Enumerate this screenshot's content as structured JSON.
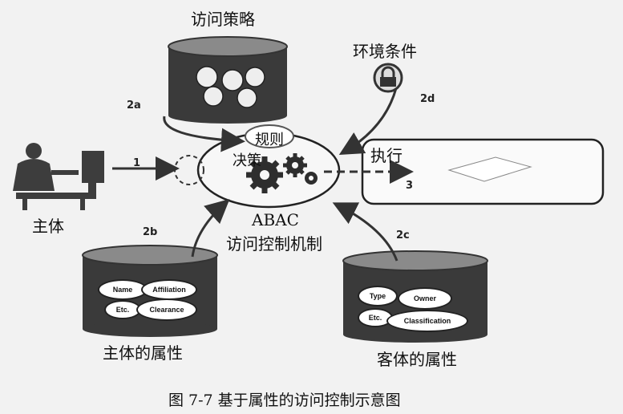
{
  "labels": {
    "policy": "访问策略",
    "environment": "环境条件",
    "rules": "规则",
    "decision": "决策",
    "execute": "执行",
    "subject": "主体",
    "abac": "ABAC",
    "mechanism": "访问控制机制",
    "subject_attrs": "主体的属性",
    "object_attrs": "客体的属性"
  },
  "steps": {
    "s1": "1",
    "s2a": "2a",
    "s2b": "2b",
    "s2c": "2c",
    "s2d": "2d",
    "s3": "3"
  },
  "subject_attr_pills": [
    "Name",
    "Affiliation",
    "Etc.",
    "Clearance"
  ],
  "object_attr_pills": [
    "Type",
    "Owner",
    "Etc.",
    "Classification"
  ],
  "caption": "图 7-7   基于属性的访问控制示意图"
}
